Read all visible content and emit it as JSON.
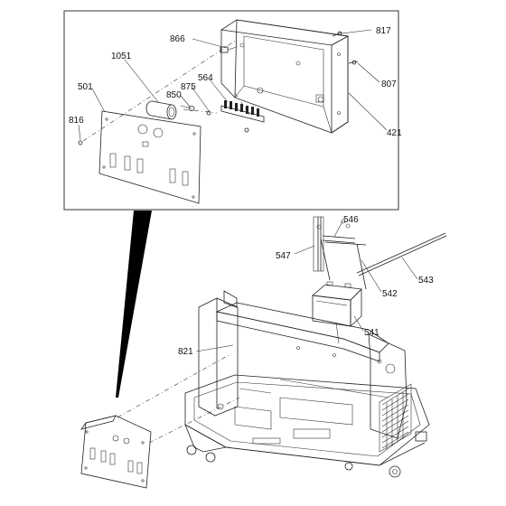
{
  "callouts": {
    "c866": "866",
    "c817": "817",
    "c1051": "1051",
    "c501": "501",
    "c875": "875",
    "c564": "564",
    "c850": "850",
    "c807": "807",
    "c816": "816",
    "c421": "421",
    "c546": "546",
    "c547": "547",
    "c543": "543",
    "c542": "542",
    "c541": "541",
    "c821": "821"
  }
}
